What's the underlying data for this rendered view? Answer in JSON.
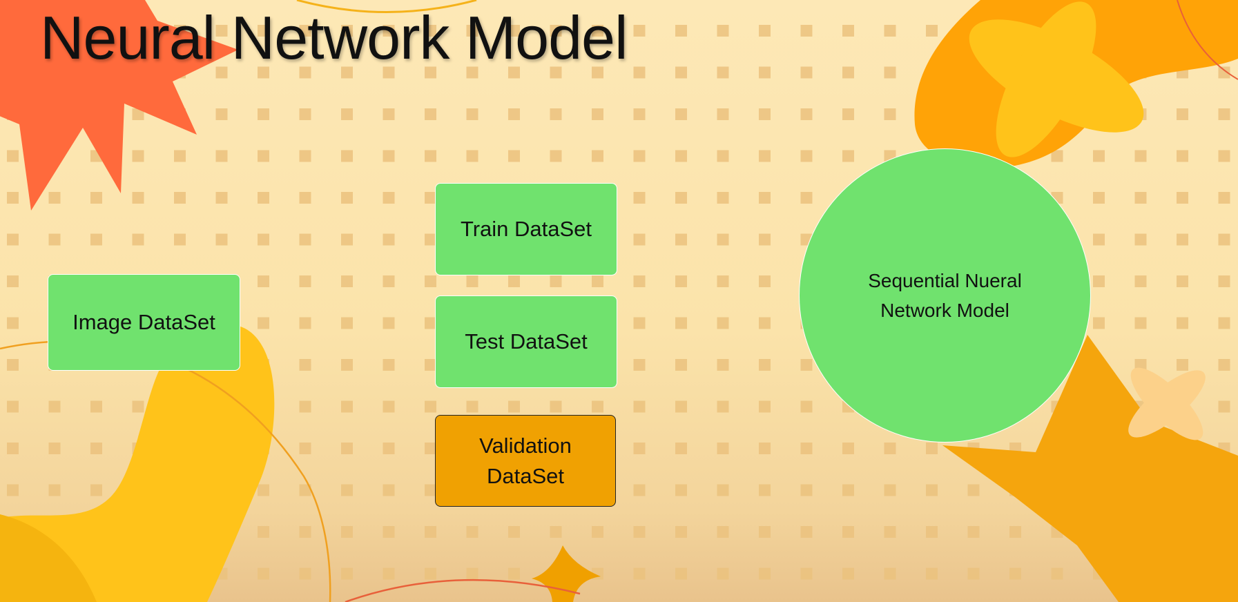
{
  "slide": {
    "title": "Neural Network Model"
  },
  "nodes": {
    "image_dataset": "Image DataSet",
    "train_dataset": "Train DataSet",
    "test_dataset": "Test DataSet",
    "validation_dataset": "Validation DataSet",
    "model": "Sequential Nueral Network Model"
  },
  "colors": {
    "background": "#fde7b4",
    "dot": "#ebc27e",
    "node_green": "#70e26e",
    "node_orange": "#f0a102",
    "star_red": "#ff6a3c",
    "petal_yellow": "#ffc31a",
    "petal_orange": "#f5a50d"
  }
}
